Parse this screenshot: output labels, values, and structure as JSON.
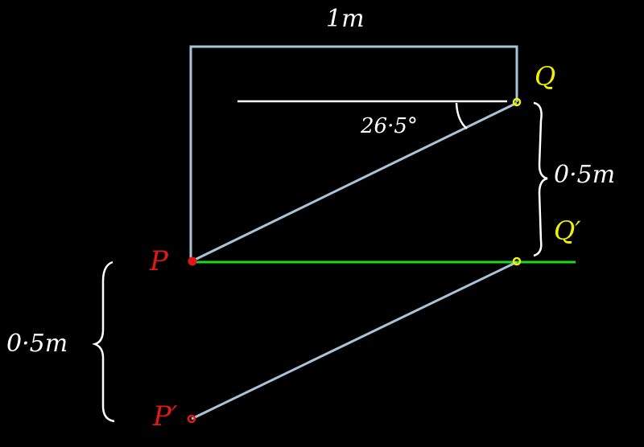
{
  "labels": {
    "width": "1m",
    "angle": "26·5°",
    "point_q": "Q",
    "point_q_prime": "Q′",
    "point_p": "P",
    "point_p_prime": "P′",
    "right_distance": "0·5m",
    "left_distance": "0·5m"
  },
  "colors": {
    "background": "#000000",
    "frame": "#a9c3d9",
    "reference": "#ffffff",
    "green_line": "#1ed81e",
    "q_points": "#f2f200",
    "p_points": "#e01818"
  }
}
